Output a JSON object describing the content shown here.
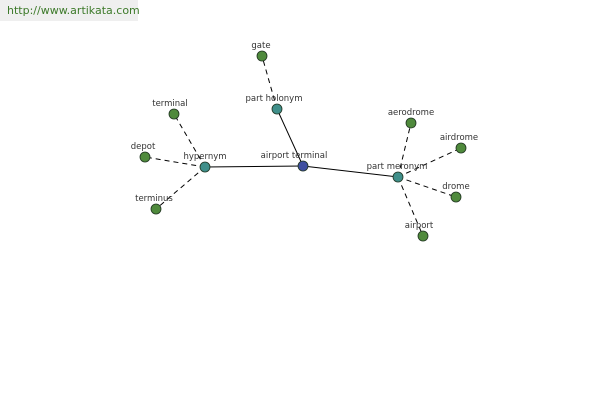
{
  "site": {
    "url": "http://www.artikata.com"
  },
  "graph": {
    "nodes": [
      {
        "id": "airport_terminal",
        "label": "airport terminal",
        "role": "center"
      },
      {
        "id": "hypernym",
        "label": "hypernym",
        "role": "relation"
      },
      {
        "id": "part_holonym",
        "label": "part holonym",
        "role": "relation"
      },
      {
        "id": "part_meronym",
        "label": "part meronym",
        "role": "relation"
      },
      {
        "id": "gate",
        "label": "gate",
        "role": "word"
      },
      {
        "id": "terminal",
        "label": "terminal",
        "role": "word"
      },
      {
        "id": "depot",
        "label": "depot",
        "role": "word"
      },
      {
        "id": "terminus",
        "label": "terminus",
        "role": "word"
      },
      {
        "id": "aerodrome",
        "label": "aerodrome",
        "role": "word"
      },
      {
        "id": "airdrome",
        "label": "airdrome",
        "role": "word"
      },
      {
        "id": "drome",
        "label": "drome",
        "role": "word"
      },
      {
        "id": "airport",
        "label": "airport",
        "role": "word"
      }
    ],
    "edges": [
      {
        "from": "airport_terminal",
        "to": "hypernym",
        "style": "solid"
      },
      {
        "from": "airport_terminal",
        "to": "part_holonym",
        "style": "solid"
      },
      {
        "from": "airport_terminal",
        "to": "part_meronym",
        "style": "solid"
      },
      {
        "from": "part_holonym",
        "to": "gate",
        "style": "dashed"
      },
      {
        "from": "hypernym",
        "to": "terminal",
        "style": "dashed"
      },
      {
        "from": "hypernym",
        "to": "depot",
        "style": "dashed"
      },
      {
        "from": "hypernym",
        "to": "terminus",
        "style": "dashed"
      },
      {
        "from": "part_meronym",
        "to": "aerodrome",
        "style": "dashed"
      },
      {
        "from": "part_meronym",
        "to": "airdrome",
        "style": "dashed"
      },
      {
        "from": "part_meronym",
        "to": "drome",
        "style": "dashed"
      },
      {
        "from": "part_meronym",
        "to": "airport",
        "style": "dashed"
      }
    ],
    "colors": {
      "center": "#3f4fa0",
      "relation": "#3f8f8a",
      "word": "#4f8a3c",
      "stroke": "#1f3320",
      "edge": "#000000"
    }
  }
}
